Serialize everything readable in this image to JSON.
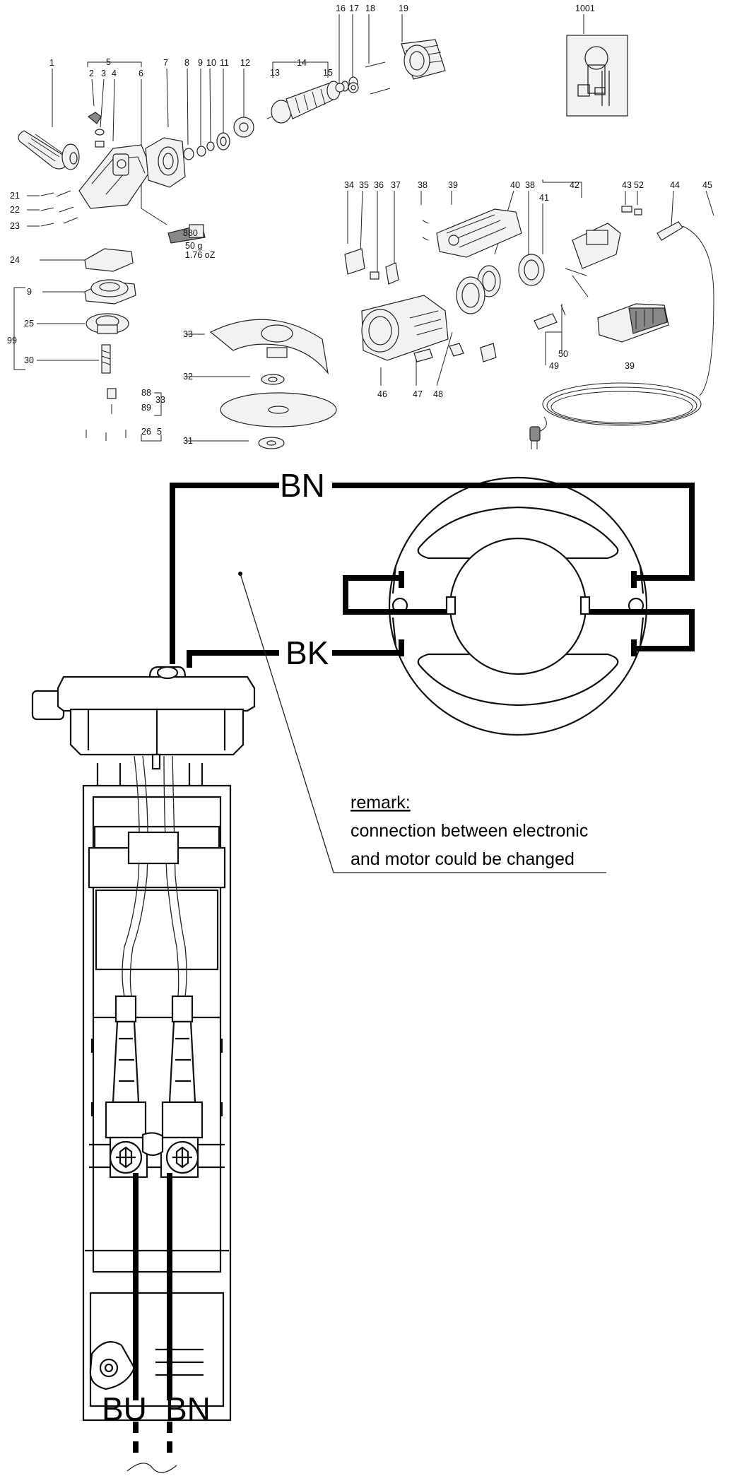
{
  "exploded_view": {
    "part_numbers": [
      "1",
      "2",
      "3",
      "4",
      "5",
      "6",
      "7",
      "8",
      "9",
      "10",
      "11",
      "12",
      "13",
      "14",
      "15",
      "16",
      "17",
      "18",
      "19",
      "1001",
      "21",
      "22",
      "23",
      "24",
      "9",
      "25",
      "99",
      "30",
      "88",
      "89",
      "33",
      "26",
      "5",
      "34",
      "35",
      "36",
      "37",
      "38",
      "39",
      "40",
      "38",
      "41",
      "42",
      "43",
      "52",
      "44",
      "45",
      "33",
      "32",
      "31",
      "46",
      "47",
      "48",
      "49",
      "50",
      "39"
    ],
    "grease_tube": {
      "label": "880",
      "weight_g": "50 g",
      "weight_oz": "1.76 oZ"
    }
  },
  "wiring": {
    "labels": {
      "top_bn": "BN",
      "bk": "BK",
      "bottom_bu": "BU",
      "bottom_bn": "BN"
    },
    "remark": {
      "title": "remark:",
      "line1": "connection between electronic",
      "line2": "and motor could be changed"
    }
  },
  "colors": {
    "line": "#000000",
    "part_fill": "#f2f2f2",
    "background": "#ffffff"
  }
}
